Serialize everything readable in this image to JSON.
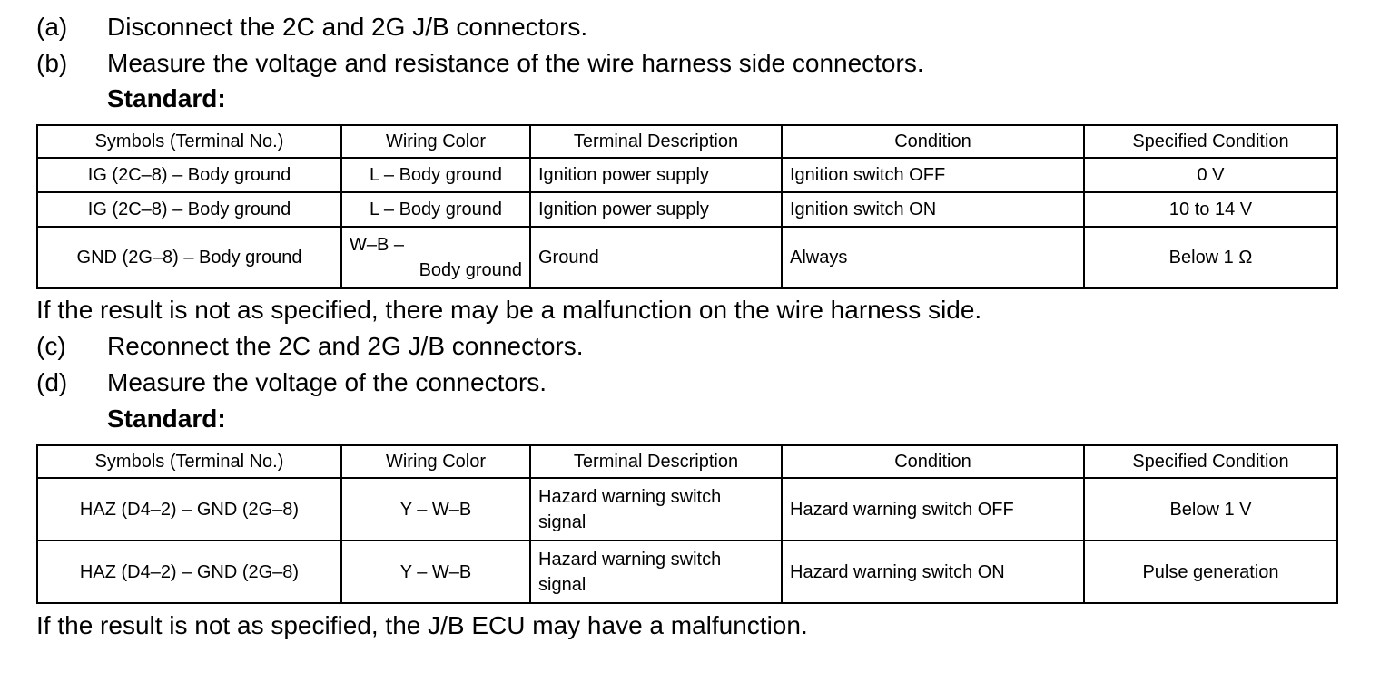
{
  "steps": {
    "a": {
      "label": "(a)",
      "text": "Disconnect the 2C and 2G J/B connectors."
    },
    "b": {
      "label": "(b)",
      "text": "Measure the voltage and resistance of the wire harness side connectors."
    },
    "c": {
      "label": "(c)",
      "text": "Reconnect the 2C and 2G J/B connectors."
    },
    "d": {
      "label": "(d)",
      "text": "Measure the voltage of the connectors."
    }
  },
  "standard_label": "Standard:",
  "table1": {
    "headers": [
      "Symbols (Terminal No.)",
      "Wiring Color",
      "Terminal Description",
      "Condition",
      "Specified Condition"
    ],
    "rows": [
      {
        "symbols": "IG (2C–8) – Body ground",
        "wiring": "L – Body ground",
        "description": "Ignition power supply",
        "condition": "Ignition switch OFF",
        "specified": "0 V"
      },
      {
        "symbols": "IG (2C–8) – Body ground",
        "wiring": "L – Body ground",
        "description": "Ignition power supply",
        "condition": "Ignition switch ON",
        "specified": "10 to 14 V"
      },
      {
        "symbols": "GND (2G–8) – Body ground",
        "wiring_line1": "W–B –",
        "wiring_line2": "Body ground",
        "description": "Ground",
        "condition": "Always",
        "specified": "Below 1 Ω"
      }
    ]
  },
  "note1": "If the result is not as specified, there may be a malfunction on the wire harness side.",
  "table2": {
    "headers": [
      "Symbols (Terminal No.)",
      "Wiring Color",
      "Terminal Description",
      "Condition",
      "Specified Condition"
    ],
    "rows": [
      {
        "symbols": "HAZ (D4–2) – GND (2G–8)",
        "wiring": "Y – W–B",
        "description_line1": "Hazard warning switch",
        "description_line2": "signal",
        "condition": "Hazard warning switch OFF",
        "specified": "Below 1 V"
      },
      {
        "symbols": "HAZ (D4–2) – GND (2G–8)",
        "wiring": "Y – W–B",
        "description_line1": "Hazard warning switch",
        "description_line2": "signal",
        "condition": "Hazard warning switch ON",
        "specified": "Pulse generation"
      }
    ]
  },
  "note2": "If the result is not as specified, the J/B ECU may have a malfunction."
}
